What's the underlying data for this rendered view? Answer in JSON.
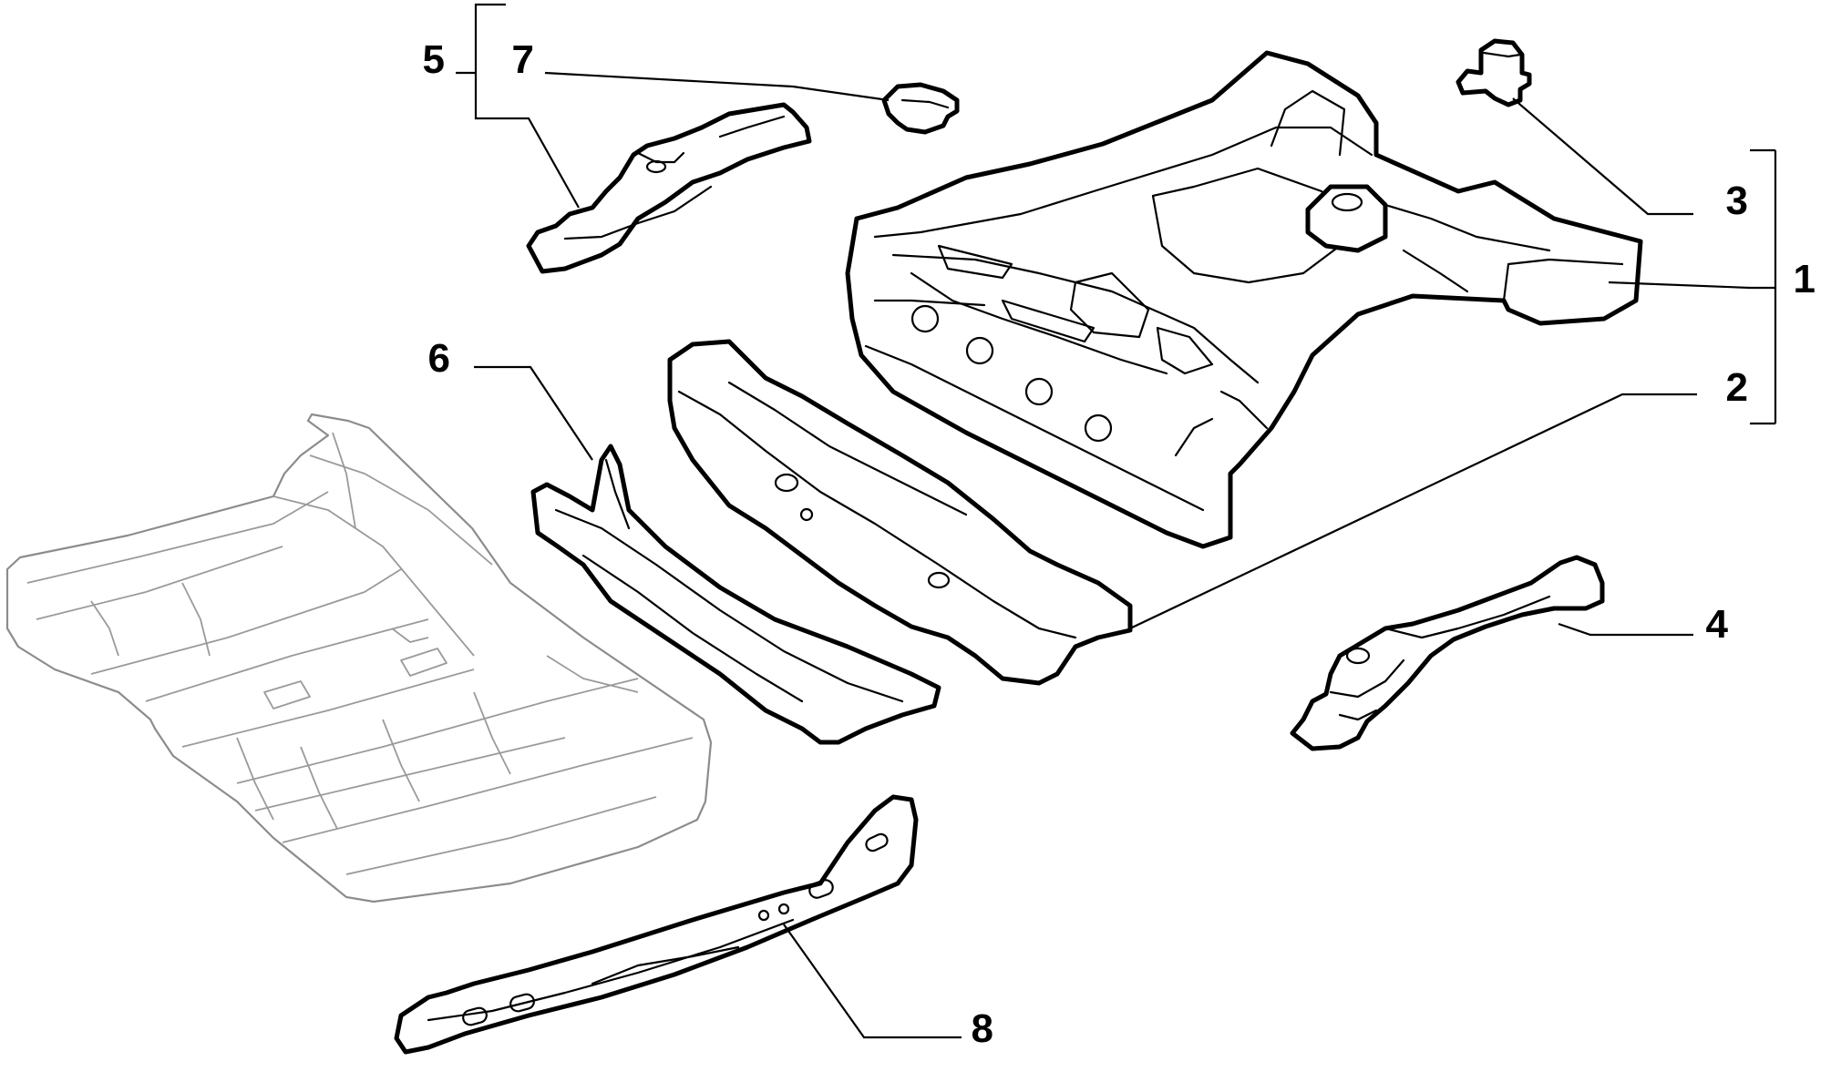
{
  "callouts": {
    "c1": "1",
    "c2": "2",
    "c3": "3",
    "c4": "4",
    "c5": "5",
    "c6": "6",
    "c7": "7",
    "c8": "8"
  },
  "colors": {
    "line": "#000000",
    "ghost_part": "#8c8c8c",
    "background": "#ffffff"
  }
}
